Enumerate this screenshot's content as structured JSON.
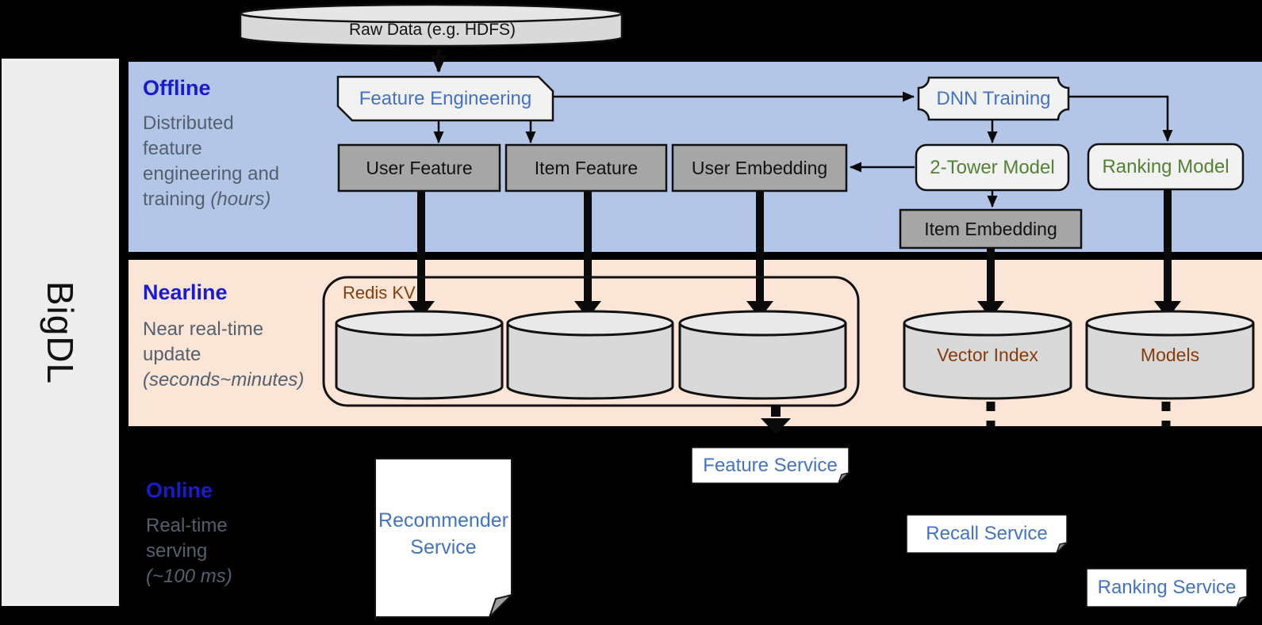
{
  "brand": "BigDL",
  "raw_data_label": "Raw Data (e.g. HDFS)",
  "sections": {
    "offline": {
      "title": "Offline",
      "desc": "Distributed\nfeature\nengineering and",
      "desc_tail": "training ",
      "desc_italic": "(hours)"
    },
    "nearline": {
      "title": "Nearline",
      "desc": "Near real-time\nupdate",
      "desc_tail": "",
      "desc_italic": "(seconds~minutes)"
    },
    "online": {
      "title": "Online",
      "desc": "Real-time\nserving",
      "desc_tail": "",
      "desc_italic": "(~100 ms)"
    }
  },
  "nodes": {
    "feature_engineering": "Feature Engineering",
    "user_feature": "User Feature",
    "item_feature": "Item Feature",
    "user_embedding": "User Embedding",
    "dnn_training": "DNN Training",
    "two_tower_model": "2-Tower Model",
    "ranking_model": "Ranking Model",
    "item_embedding": "Item Embedding",
    "redis_kv": "Redis KV",
    "vector_index": "Vector Index",
    "models": "Models",
    "recommender_service": "Recommender\nService",
    "feature_service": "Feature Service",
    "recall_service": "Recall Service",
    "ranking_service": "Ranking Service"
  },
  "colors": {
    "offline_band": "#b3c6e7",
    "nearline_band": "#fbe5d6",
    "online_background": "#000000",
    "section_title_blue": "#1b1bce",
    "section_desc_gray": "#54606e",
    "node_text_blue": "#4472c4",
    "node_text_green": "#548235",
    "node_text_brown": "#843c0c",
    "box_gray_fill": "#a6a6a6",
    "box_light_fill": "#f2f2f2",
    "cylinder_fill": "#d9d9d9",
    "sidebar_fill": "#ededed"
  }
}
